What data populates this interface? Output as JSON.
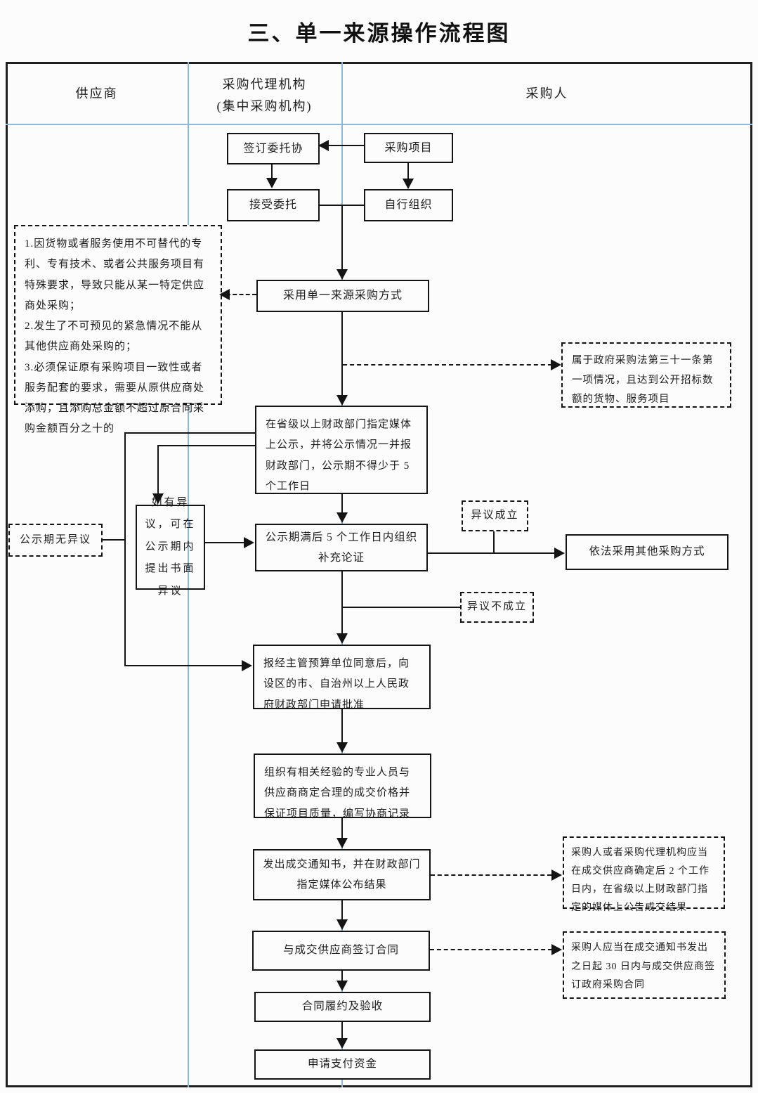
{
  "title": "三、单一来源操作流程图",
  "lanes": {
    "supplier": "供应商",
    "agency_line1": "采购代理机构",
    "agency_line2": "(集中采购机构)",
    "purchaser": "采购人"
  },
  "nodes": {
    "sign_agreement": "签订委托协",
    "procurement_project": "采购项目",
    "accept_commission": "接受委托",
    "self_organize": "自行组织",
    "reason_1": "1.因货物或者服务使用不可替代的专利、专有技术、或者公共服务项目有特殊要求，导致只能从某一特定供应商处采购；",
    "reason_2": "2.发生了不可预见的紧急情况不能从其他供应商处采购的；",
    "reason_3": "3.必须保证原有采购项目一致性或者服务配套的要求，需要从原供应商处添购，且添购总金额不超过原合同采购金额百分之十的",
    "adopt_single_source": "采用单一来源采购方式",
    "law_condition": "属于政府采购法第三十一条第一项情况，且达到公开招标数额的货物、服务项目",
    "publicity": "在省级以上财政部门指定媒体上公示，并将公示情况一并报财政部门，公示期不得少于 5 个工作日",
    "no_objection": "公示期无异议",
    "objection": "如有异议，可在公示期内提出书面异议",
    "supplementary": "公示期满后 5 个工作日内组织补充论证",
    "objection_established": "异议成立",
    "other_method": "依法采用其他采购方式",
    "objection_not_established": "异议不成立",
    "approval": "报经主管预算单位同意后，向设区的市、自治州以上人民政府财政部门申请批准",
    "negotiate": "组织有相关经验的专业人员与供应商商定合理的成交价格并保证项目质量，编写协商记录",
    "notice": "发出成交通知书，并在财政部门指定媒体公布结果",
    "announce_note": "采购人或者采购代理机构应当在成交供应商确定后 2 个工作日内，在省级以上财政部门指定的媒体上公告成交结果",
    "sign_contract": "与成交供应商签订合同",
    "contract_note": "采购人应当在成交通知书发出之日起 30 日内与成交供应商签订政府采购合同",
    "performance": "合同履约及验收",
    "payment": "申请支付资金"
  },
  "colors": {
    "lane_divider": "#8cb8dc",
    "box_border": "#141414",
    "frame_border": "#1f1f1f",
    "background": "#fcfcfc"
  }
}
